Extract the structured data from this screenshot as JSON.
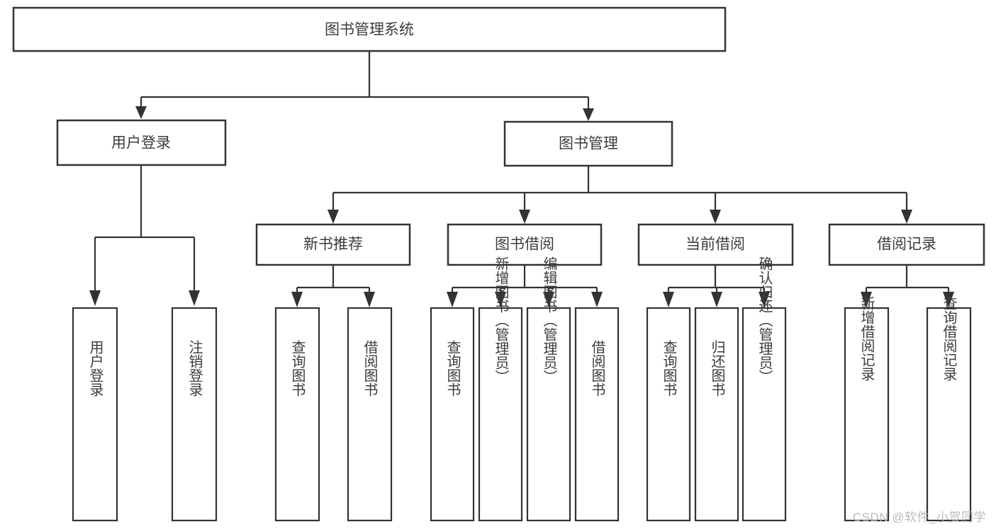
{
  "diagram": {
    "type": "hierarchy-tree",
    "title": "图书管理系统",
    "orientation": "top-down",
    "colors": {
      "box_stroke": "#333333",
      "box_fill": "#ffffff",
      "text": "#3c3c3c",
      "connector": "#333333",
      "watermark": "#b9b9b9",
      "background": "#ffffff"
    },
    "root": {
      "id": "root",
      "label": "图书管理系统"
    },
    "level2": [
      {
        "id": "user-login",
        "label": "用户登录"
      },
      {
        "id": "book-manage",
        "label": "图书管理"
      }
    ],
    "level3": [
      {
        "id": "new-book-recommend",
        "label": "新书推荐",
        "parent": "book-manage"
      },
      {
        "id": "book-borrow",
        "label": "图书借阅",
        "parent": "book-manage"
      },
      {
        "id": "current-borrow",
        "label": "当前借阅",
        "parent": "book-manage"
      },
      {
        "id": "borrow-record",
        "label": "借阅记录",
        "parent": "book-manage"
      }
    ],
    "leaves": [
      {
        "id": "leaf-user-login",
        "label": "用户登录",
        "parent": "user-login"
      },
      {
        "id": "leaf-user-logout",
        "label": "注销登录",
        "parent": "user-login"
      },
      {
        "id": "leaf-rec-query-book",
        "label": "查询图书",
        "parent": "new-book-recommend"
      },
      {
        "id": "leaf-rec-borrow-book",
        "label": "借阅图书",
        "parent": "new-book-recommend"
      },
      {
        "id": "leaf-borrow-query-book",
        "label": "查询图书",
        "parent": "book-borrow"
      },
      {
        "id": "leaf-borrow-add-book",
        "label": "新增图书（管理员）",
        "parent": "book-borrow"
      },
      {
        "id": "leaf-borrow-edit-book",
        "label": "编辑图书（管理员）",
        "parent": "book-borrow"
      },
      {
        "id": "leaf-borrow-borrow-book",
        "label": "借阅图书",
        "parent": "book-borrow"
      },
      {
        "id": "leaf-cur-query-book",
        "label": "查询图书",
        "parent": "current-borrow"
      },
      {
        "id": "leaf-cur-return-book",
        "label": "归还图书",
        "parent": "current-borrow"
      },
      {
        "id": "leaf-cur-confirm-return",
        "label": "确认归还（管理员）",
        "parent": "current-borrow"
      },
      {
        "id": "leaf-rec-add-record",
        "label": "新增借阅记录",
        "parent": "borrow-record"
      },
      {
        "id": "leaf-rec-query-record",
        "label": "查询借阅记录",
        "parent": "borrow-record"
      }
    ]
  },
  "watermark": {
    "text": "CSDN @软件_小贺同学"
  }
}
